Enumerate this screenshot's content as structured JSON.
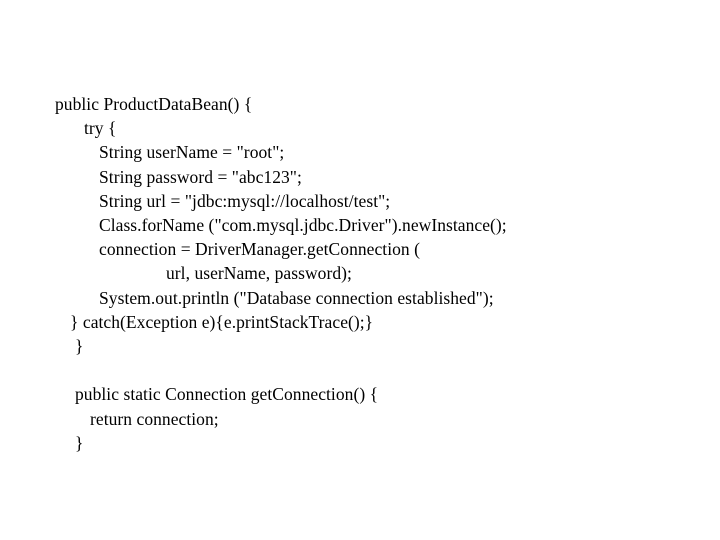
{
  "slide": {
    "background_color": "#ffffff",
    "text_color": "#000000",
    "title": "",
    "code": {
      "language": "java",
      "lines": [
        {
          "indent": 0,
          "text": "public ProductDataBean() {"
        },
        {
          "indent": 1,
          "text": "try {"
        },
        {
          "indent": 2,
          "text": "String userName = \"root\";"
        },
        {
          "indent": 2,
          "text": "String password = \"abc123\";"
        },
        {
          "indent": 2,
          "text": "String url = \"jdbc:mysql://localhost/test\";"
        },
        {
          "indent": 2,
          "text": "Class.forName (\"com.mysql.jdbc.Driver\").newInstance();"
        },
        {
          "indent": 2,
          "text": "connection = DriverManager.getConnection ("
        },
        {
          "indent": 3,
          "text": "url, userName, password);"
        },
        {
          "indent": 2,
          "text": "System.out.println (\"Database connection established\");"
        },
        {
          "indent": 6,
          "text": "} catch(Exception e){e.printStackTrace();}"
        },
        {
          "indent": 4,
          "text": "}"
        },
        {
          "indent": 0,
          "text": "",
          "blank": true
        },
        {
          "indent": 4,
          "text": "public static Connection getConnection() {"
        },
        {
          "indent": 5,
          "text": "return connection;"
        },
        {
          "indent": 4,
          "text": "}"
        }
      ]
    }
  }
}
